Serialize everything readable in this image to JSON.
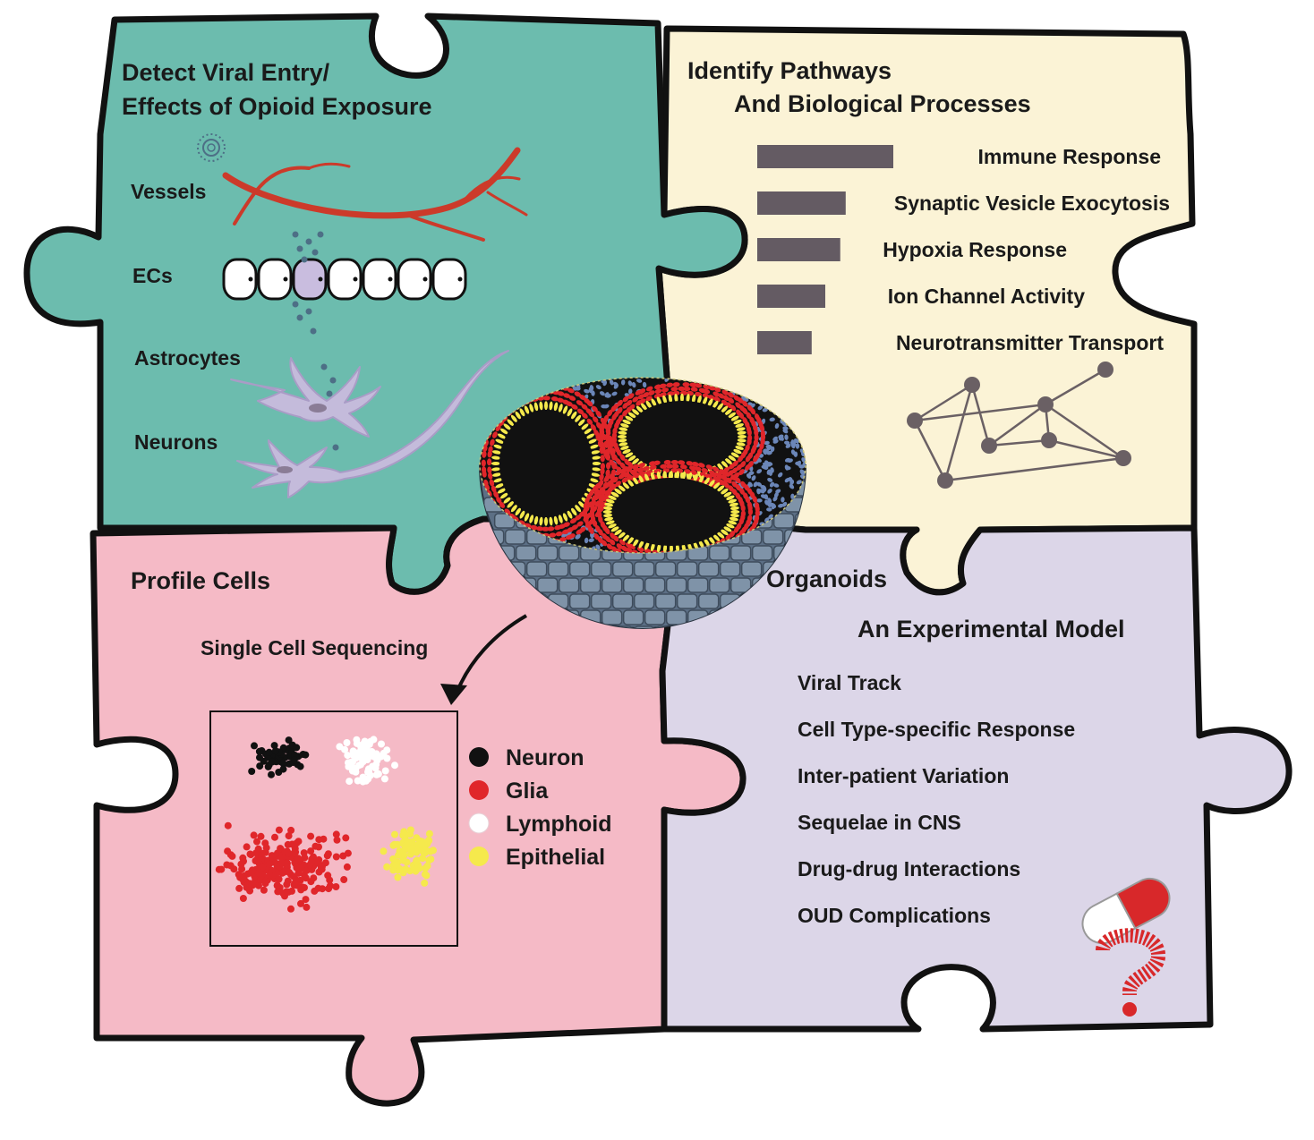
{
  "quadrants": {
    "top_left": {
      "title_line1": "Detect Viral Entry/",
      "title_line2": "Effects of Opioid Exposure",
      "color": "#6cbcae",
      "labels": [
        "Vessels",
        "ECs",
        "Astrocytes",
        "Neurons"
      ]
    },
    "top_right": {
      "title_line1": "Identify Pathways",
      "title_line2": "And Biological Processes",
      "color": "#fbf3d6",
      "pathways": [
        {
          "label": "Immune Response",
          "value": 1.0
        },
        {
          "label": "Synaptic Vesicle Exocytosis",
          "value": 0.65
        },
        {
          "label": "Hypoxia Response",
          "value": 0.61
        },
        {
          "label": "Ion Channel Activity",
          "value": 0.5
        },
        {
          "label": "Neurotransmitter Transport",
          "value": 0.4
        }
      ],
      "bar_color": "#645b63"
    },
    "bottom_left": {
      "title": "Profile Cells",
      "arrow_label": "Single Cell Sequencing",
      "color": "#f5bac6",
      "legend": [
        {
          "label": "Neuron",
          "color": "#111111"
        },
        {
          "label": "Glia",
          "color": "#e0262a"
        },
        {
          "label": "Lymphoid",
          "color": "#ffffff"
        },
        {
          "label": "Epithelial",
          "color": "#f5e94c"
        }
      ]
    },
    "bottom_right": {
      "title": "Organoids",
      "subtitle": "An Experimental Model",
      "subtitle_color": "#ee7a35",
      "color": "#dcd6e8",
      "items": [
        "Viral Track",
        "Cell Type-specific Response",
        "Inter-patient Variation",
        "Sequelae in CNS",
        "Drug-drug Interactions",
        "OUD Complications"
      ]
    }
  },
  "colors": {
    "outline": "#111111",
    "vessel": "#cc3a2a",
    "cell_purple": "#c9bddf",
    "dot": "#4d6f86",
    "glial_cell": "#c4bbdb",
    "organoid_blue": "#6b86b8",
    "organoid_red": "#e0262a",
    "organoid_yellow": "#f5e94c",
    "organoid_dark": "#111111",
    "shell": "#5c6f85"
  }
}
